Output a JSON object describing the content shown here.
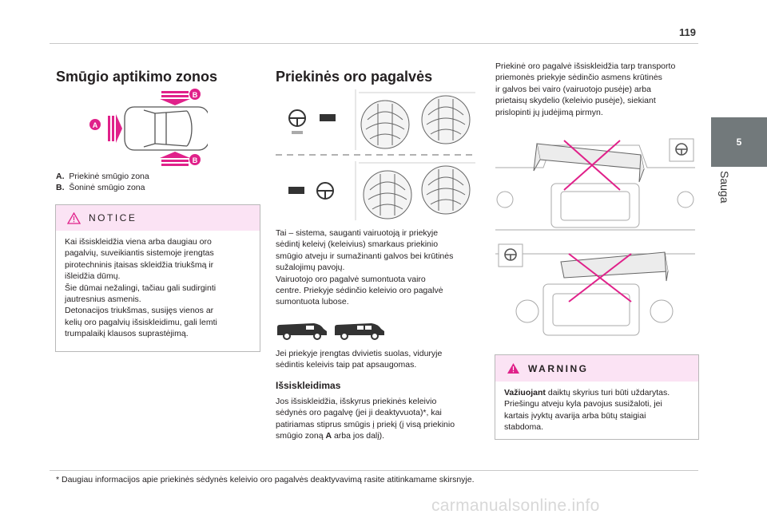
{
  "page": {
    "number": "119"
  },
  "chapter": {
    "number": "5",
    "name": "Sauga"
  },
  "col1": {
    "title": "Smūgio aptikimo zonos",
    "diagram_labels": {
      "a": "A",
      "b": "B"
    },
    "captions": [
      {
        "letter": "A.",
        "text": "Priekinė smūgio zona"
      },
      {
        "letter": "B.",
        "text": "Šoninė smūgio zona"
      }
    ],
    "notice": {
      "label": "NOTICE",
      "lines": [
        "Kai išsiskleidžia viena arba daugiau oro",
        "pagalvių, suveikiantis sistemoje įrengtas",
        "pirotechninis įtaisas skleidžia triukšmą ir",
        "išleidžia dūmų.",
        "Šie dūmai nežalingi, tačiau gali sudirginti",
        "jautresnius asmenis.",
        "Detonacijos triukšmas, susijęs vienos ar",
        "kelių oro pagalvių išsiskleidimu, gali lemti",
        "trumpalaikį klausos suprastėjimą."
      ]
    }
  },
  "col2": {
    "title": "Priekinės oro pagalvės",
    "para1": [
      "Tai – sistema, sauganti vairuotoją ir priekyje",
      "sėdintį keleivį (keleivius) smarkaus priekinio",
      "smūgio atveju ir sumažinanti galvos bei krūtinės",
      "sužalojimų pavojų.",
      "Vairuotojo oro pagalvė sumontuota vairo",
      "centre. Priekyje sėdinčio keleivio oro pagalvė",
      "sumontuota lubose."
    ],
    "para2": [
      "Jei priekyje įrengtas dvivietis suolas, viduryje",
      "sėdintis keleivis taip pat apsaugomas."
    ],
    "subtitle": "Išsiskleidimas",
    "para3_lines": [
      "Jos išsiskleidžia, išskyrus priekinės keleivio",
      "sėdynės oro pagalvę (jei ji deaktyvuota)*, kai",
      "patiriamas stiprus smūgis į priekį (į visą priekinio"
    ],
    "para3_last_pre": "smūgio zoną ",
    "para3_bold": "A",
    "para3_last_post": " arba jos dalį)."
  },
  "col3": {
    "para_lines": [
      "Priekinė oro pagalvė išsiskleidžia tarp transporto",
      "priemonės priekyje sėdinčio asmens krūtinės",
      "ir galvos bei vairo (vairuotojo pusėje) arba",
      "prietaisų skydelio (keleivio pusėje), siekiant",
      "prislopinti jų judėjimą pirmyn."
    ],
    "warning": {
      "label": "WARNING",
      "bold": "Važiuojant",
      "first_rest": " daiktų skyrius turi būti uždarytas.",
      "lines": [
        "Priešingu atveju kyla pavojus susižaloti, jei",
        "kartais įvyktų avarija arba būtų staigiai",
        "stabdoma."
      ]
    }
  },
  "footnote": "* Daugiau informacijos apie priekinės sėdynės keleivio oro pagalvės deaktyvavimą rasite atitinkamame skirsnyje.",
  "watermark": "carmanualsonline.info",
  "colors": {
    "accent": "#e0218a",
    "notice_bg": "#fbe3f4",
    "tab_bg": "#72797b"
  }
}
